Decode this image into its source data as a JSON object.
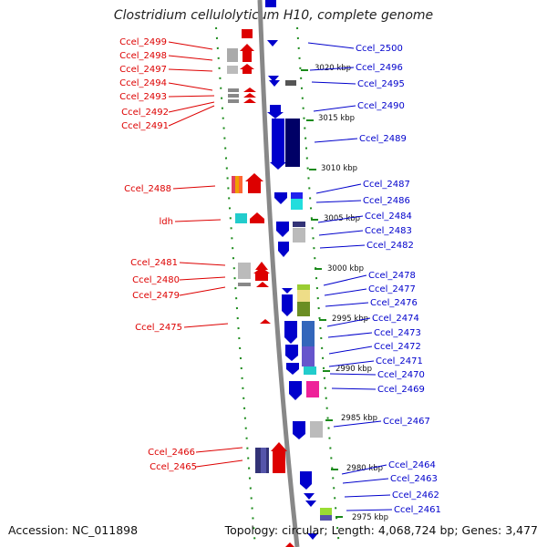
{
  "title": "Clostridium cellulolyticum H10, complete genome",
  "footer": {
    "accession": "Accession: NC_011898",
    "topology": "Topology: circular; Length: 4,068,724 bp; Genes: 3,477"
  },
  "scale_labels": [
    "3020 kbp",
    "3015 kbp",
    "3010 kbp",
    "3005 kbp",
    "3000 kbp",
    "2995 kbp",
    "2990 kbp",
    "2985 kbp",
    "2980 kbp",
    "2975 kbp"
  ],
  "left_labels": [
    "Ccel_2499",
    "Ccel_2498",
    "Ccel_2497",
    "Ccel_2494",
    "Ccel_2493",
    "Ccel_2492",
    "Ccel_2491",
    "Ccel_2488",
    "ldh",
    "Ccel_2481",
    "Ccel_2480",
    "Ccel_2479",
    "Ccel_2475",
    "Ccel_2466",
    "Ccel_2465"
  ],
  "right_labels": [
    "Ccel_2500",
    "Ccel_2496",
    "Ccel_2495",
    "Ccel_2490",
    "Ccel_2489",
    "Ccel_2487",
    "Ccel_2486",
    "Ccel_2484",
    "Ccel_2483",
    "Ccel_2482",
    "Ccel_2478",
    "Ccel_2477",
    "Ccel_2476",
    "Ccel_2474",
    "Ccel_2473",
    "Ccel_2472",
    "Ccel_2471",
    "Ccel_2470",
    "Ccel_2469",
    "Ccel_2467",
    "Ccel_2464",
    "Ccel_2463",
    "Ccel_2462",
    "Ccel_2461"
  ],
  "colors": {
    "reverse_strand": "#dd0000",
    "forward_strand": "#0000cc",
    "backbone": "#888888",
    "ticks": "#1a8a1a"
  }
}
